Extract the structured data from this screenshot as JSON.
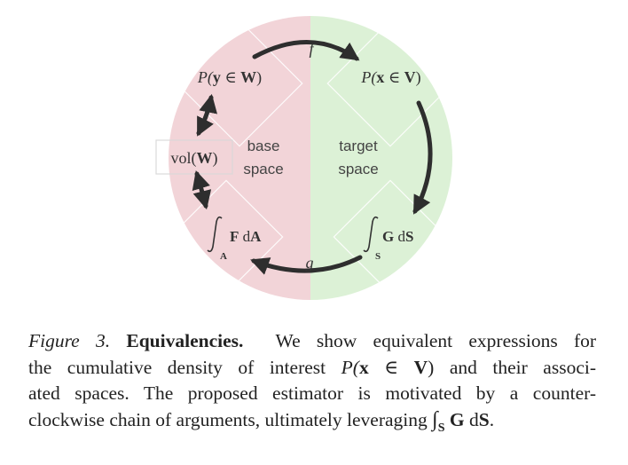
{
  "figure": {
    "edge_labels": {
      "top": "f",
      "bottom": "g"
    },
    "regions": {
      "left": {
        "line1": "base",
        "line2": "space"
      },
      "right": {
        "line1": "target",
        "line2": "space"
      }
    },
    "nodes": {
      "top_left": {
        "prefix": "P(",
        "var": "y",
        "in": " ∈ ",
        "set": "W",
        "suffix": ")"
      },
      "top_right": {
        "prefix": "P(",
        "var": "x",
        "in": " ∈ ",
        "set": "V",
        "suffix": ")"
      },
      "mid_left": {
        "prefix": "vol(",
        "set": "W",
        "suffix": ")"
      },
      "bottom_left": {
        "integrand": "F",
        "differential": "d",
        "element": "A",
        "subscript": "A"
      },
      "bottom_right": {
        "integrand": "G",
        "differential": "d",
        "element": "S",
        "subscript": "S"
      }
    },
    "colors": {
      "left_region": "#f2d4d8",
      "right_region": "#dcf1d6",
      "arrows": "#2e2e2e"
    }
  },
  "caption": {
    "label": "Figure 3.",
    "title": "Equivalencies.",
    "line1_text": "We show equivalent expressions for",
    "line2_a": "the cumulative density of interest",
    "line2_math_p": "P(",
    "line2_math_x": "x",
    "line2_math_in": " ∈ ",
    "line2_math_v": "V",
    "line2_math_close": ")",
    "line2_b": "and their associ-",
    "line3_text": "ated spaces. The proposed estimator is motivated by a counter-",
    "line4_text": "clockwise chain of arguments, ultimately leveraging",
    "line4_integral": "∫",
    "line4_sub": "S",
    "line4_g": "G",
    "line4_d": " d",
    "line4_s": "S",
    "line4_end": "."
  }
}
